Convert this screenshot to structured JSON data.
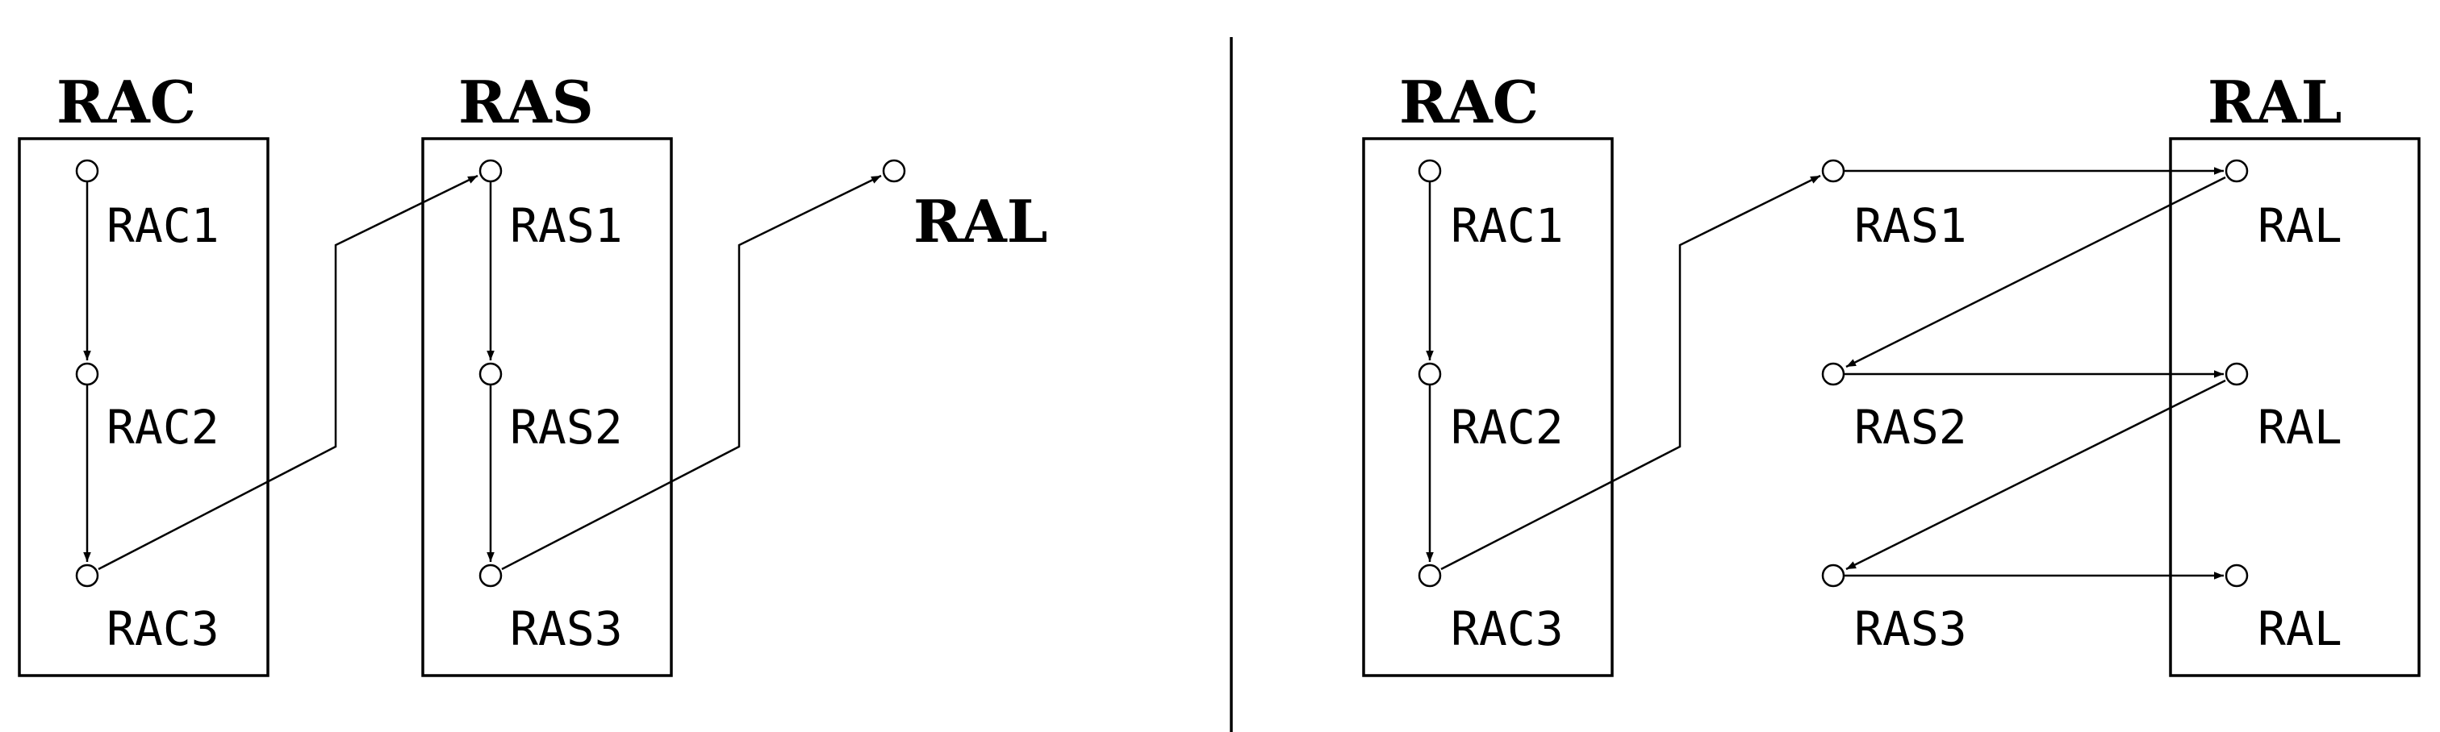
{
  "left": {
    "rac_title": "RAC",
    "ras_title": "RAS",
    "rac_nodes": [
      "RAC1",
      "RAC2",
      "RAC3"
    ],
    "ras_nodes": [
      "RAS1",
      "RAS2",
      "RAS3"
    ],
    "ral_label": "RAL"
  },
  "right": {
    "rac_title": "RAC",
    "ral_title": "RAL",
    "rac_nodes": [
      "RAC1",
      "RAC2",
      "RAC3"
    ],
    "ras_nodes": [
      "RAS1",
      "RAS2",
      "RAS3"
    ],
    "ral_nodes": [
      "RAL",
      "RAL",
      "RAL"
    ]
  }
}
